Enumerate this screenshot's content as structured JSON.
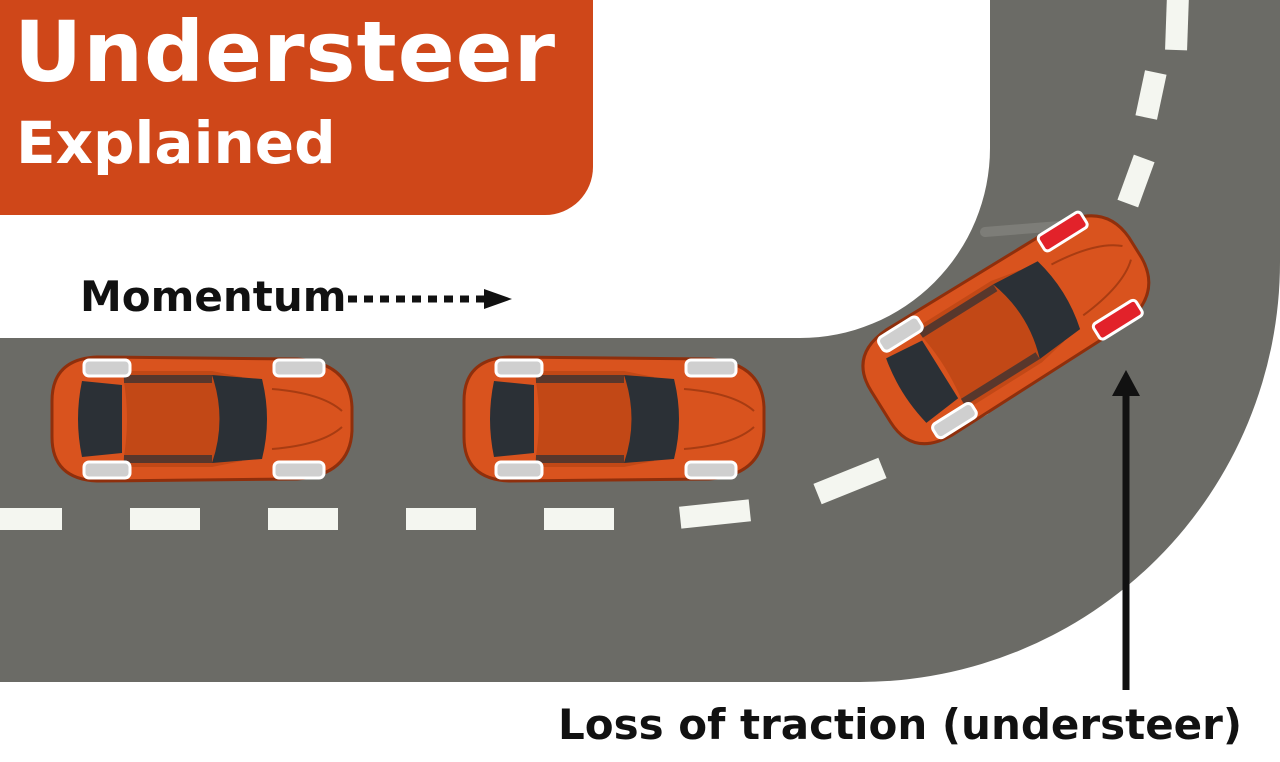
{
  "title": {
    "main": "Understeer",
    "sub": "Explained"
  },
  "labels": {
    "momentum": "Momentum",
    "loss_of_traction": "Loss of traction (understeer)"
  },
  "colors": {
    "title_box": "#cf4719",
    "road": "#6b6b66",
    "lane_marking": "#f4f6f0",
    "car_body": "#d9531e",
    "car_glass": "#2b3036",
    "tire_grip": "#cfcfcf",
    "tire_slip": "#e2222a",
    "text": "#111111"
  }
}
